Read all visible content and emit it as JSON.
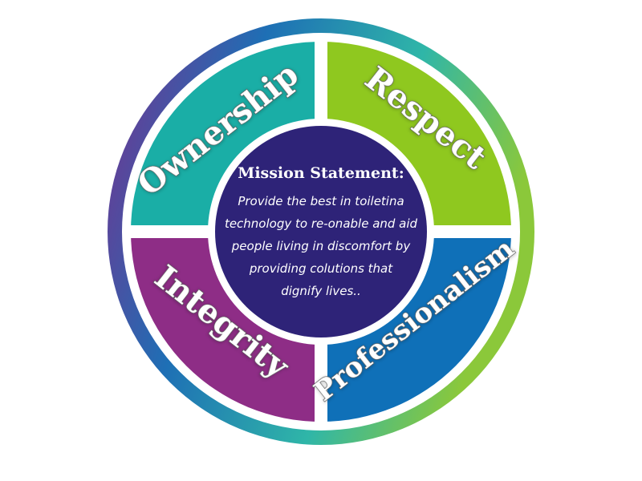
{
  "quadrants": [
    {
      "label": "Ownership",
      "color": "#1aaea6"
    },
    {
      "label": "Respect",
      "color": "#8fc81f"
    },
    {
      "label": "Integrity",
      "color": "#8e2d86"
    },
    {
      "label": "Professionalism",
      "color": "#0f70b8"
    }
  ],
  "center": {
    "heading": "Mission Statement:",
    "lines": [
      "Provide the best in toiletina",
      "technology to re-onable and aid",
      "people living in discomfort by",
      "providing colutions that",
      "dignify lives.."
    ],
    "color": "#2e2378"
  },
  "ring_colors": [
    "#7a2f8d",
    "#1e6fb5",
    "#2fb6a8",
    "#8bc83a"
  ]
}
